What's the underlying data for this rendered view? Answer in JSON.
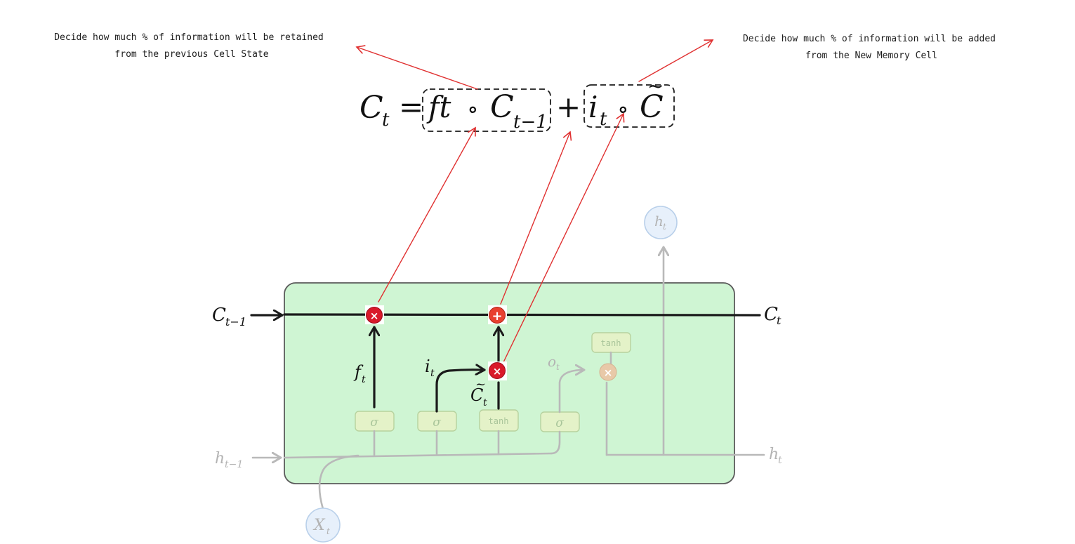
{
  "annotations": {
    "retained_line1": "Decide how much % of information will be retained",
    "retained_line2": "from the previous Cell State",
    "added_line1": "Decide how much % of information will be added",
    "added_line2": "from the New Memory Cell"
  },
  "equation": {
    "lhs": "C",
    "lhs_sub": "t",
    "equals": "=",
    "term1_a": "ft",
    "op1": "∘",
    "term1_b": "C",
    "term1_b_sub": "t−1",
    "plus": "+",
    "term2_a": "i",
    "term2_a_sub": "t",
    "op2": "∘",
    "term2_b": "C",
    "term2_b_tilde": "~"
  },
  "cell": {
    "input_cell_state": "C",
    "input_cell_state_sub": "t−1",
    "output_cell_state": "C",
    "output_cell_state_sub": "t",
    "input_hidden": "h",
    "input_hidden_sub": "t−1",
    "output_hidden": "h",
    "output_hidden_sub": "t",
    "top_hidden": "h",
    "top_hidden_sub": "t",
    "input_x": "X",
    "input_x_sub": "t",
    "forget_label": "f",
    "forget_label_sub": "t",
    "input_gate_label": "i",
    "input_gate_label_sub": "t",
    "candidate_label": "C",
    "candidate_label_sub": "t",
    "candidate_tilde": "~",
    "output_gate_label": "o",
    "output_gate_label_sub": "t",
    "gates": {
      "sigma1": "σ",
      "sigma2": "σ",
      "tanh1": "tanh",
      "sigma3": "σ",
      "tanh2": "tanh"
    },
    "ops": {
      "forget_mult": "×",
      "add": "+",
      "input_mult": "×",
      "output_mult": "×"
    }
  },
  "colors": {
    "cell_fill": "#cff5d3",
    "cell_stroke": "#5b5b5b",
    "accent_red": "#e03131",
    "op_red": "#d9192a",
    "gate_fill": "#e4f2c8",
    "gate_stroke": "#b7d29e",
    "faded": "#b3b3b3",
    "circle_fill": "#e7f0fb",
    "circle_stroke": "#b9d0ea"
  }
}
